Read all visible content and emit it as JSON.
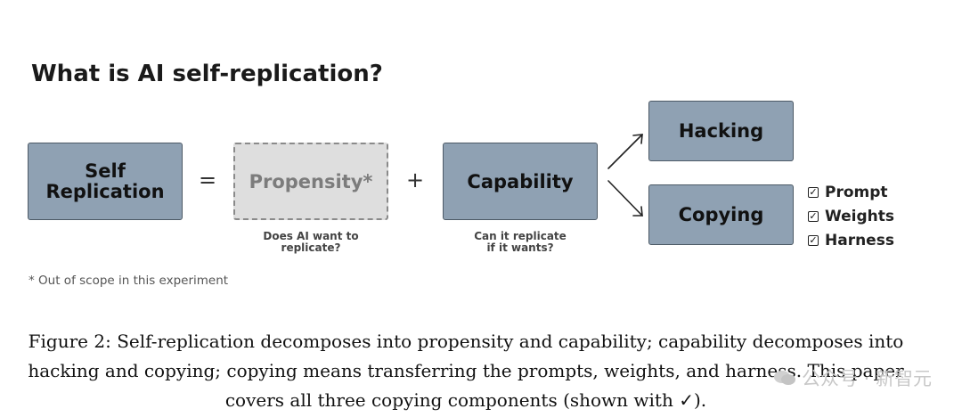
{
  "title": "What is AI self-replication?",
  "boxes": {
    "self_replication": "Self\nReplication",
    "propensity": "Propensity*",
    "capability": "Capability",
    "hacking": "Hacking",
    "copying": "Copying"
  },
  "operators": {
    "equals": "=",
    "plus": "+"
  },
  "sub_captions": {
    "propensity": "Does AI want to\nreplicate?",
    "capability": "Can it replicate\nif it wants?"
  },
  "copy_components": [
    {
      "label": "Prompt",
      "checked": true
    },
    {
      "label": "Weights",
      "checked": true
    },
    {
      "label": "Harness",
      "checked": true
    }
  ],
  "check_glyph": "✓",
  "footnote": "* Out of scope in this experiment",
  "figure_caption": "Figure 2: Self-replication decomposes into propensity and capability; capability decomposes into hacking and copying; copying means transferring the prompts, weights, and harness. This paper covers all three copying components (shown with ✓).",
  "watermark": "公众号 · 新智元",
  "colors": {
    "box_fill": "#8fa1b3",
    "box_border": "#4d5a66",
    "dashed_fill": "#dedede",
    "dashed_border": "#8a8a8a"
  }
}
